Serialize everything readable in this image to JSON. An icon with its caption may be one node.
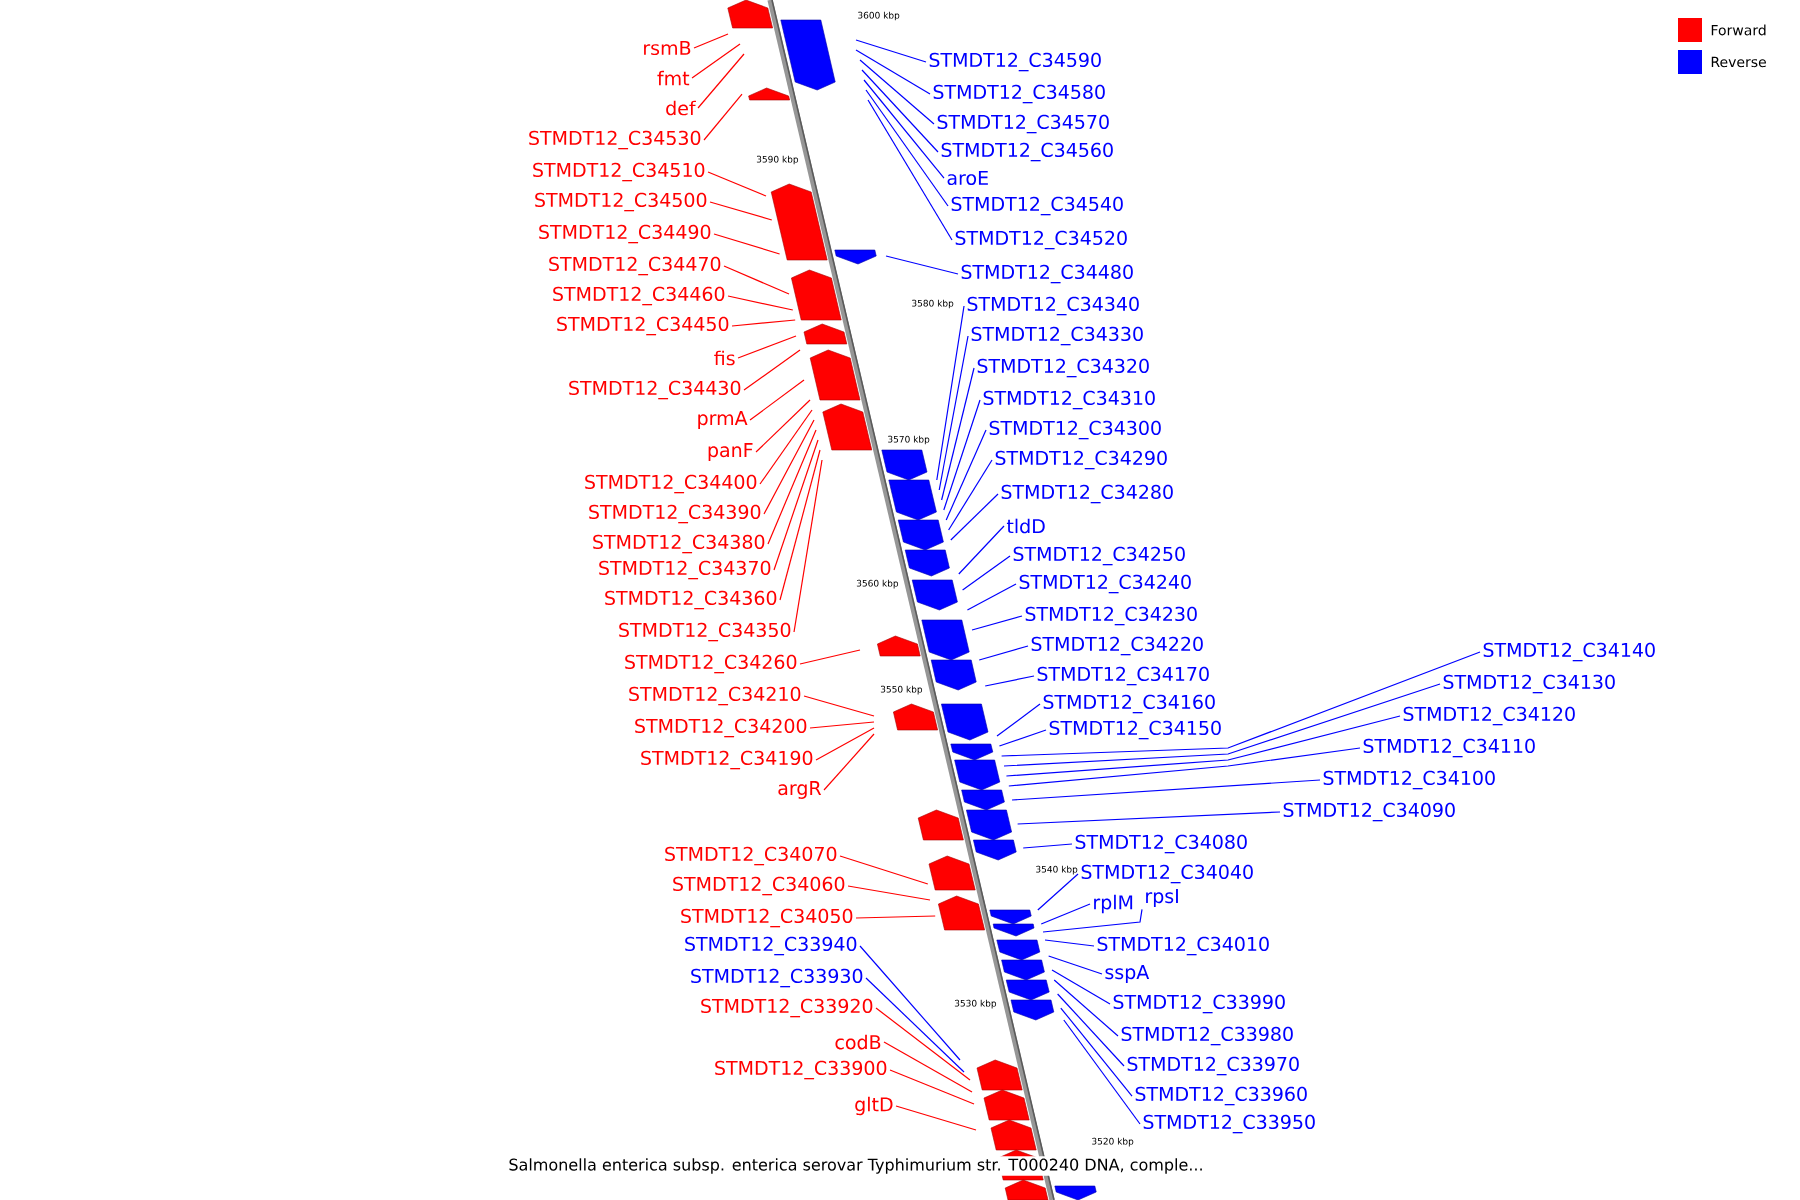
{
  "diagram": {
    "caption": "Salmonella enterica subsp. enterica serovar Typhimurium str. T000240 DNA, comple...",
    "nodes": [
      {
        "text": [
          "rsmB"
        ]
      },
      {
        "text": [
          "fmt"
        ]
      },
      {
        "text": [
          "def"
        ]
      },
      {
        "text": [
          "STMDT12_C34530"
        ]
      },
      {
        "text": [
          "STMDT12_C34510"
        ]
      },
      {
        "text": [
          "STMDT12_C34500"
        ]
      },
      {
        "text": [
          "STMDT12_C34490"
        ]
      },
      {
        "text": [
          "STMDT12_C34470"
        ]
      },
      {
        "text": [
          "STMDT12_C34460"
        ]
      },
      {
        "text": [
          "STMDT12_C34450"
        ]
      },
      {
        "text": [
          "fis"
        ]
      },
      {
        "text": [
          "STMDT12_C34430"
        ]
      },
      {
        "text": [
          "prmA"
        ]
      },
      {
        "text": [
          "panF"
        ]
      },
      {
        "text": [
          "STMDT12_C34400"
        ]
      },
      {
        "text": [
          "STMDT12_C34390"
        ]
      },
      {
        "text": [
          "STMDT12_C34380"
        ]
      },
      {
        "text": [
          "STMDT12_C34370"
        ]
      },
      {
        "text": [
          "STMDT12_C34360"
        ]
      },
      {
        "text": [
          "STMDT12_C34350"
        ]
      },
      {
        "text": [
          "STMDT12_C34260"
        ]
      },
      {
        "text": [
          "STMDT12_C34210"
        ]
      },
      {
        "text": [
          "STMDT12_C34200"
        ]
      },
      {
        "text": [
          "STMDT12_C34190"
        ]
      },
      {
        "text": [
          "argR"
        ]
      },
      {
        "text": [
          "STMDT12_C34070"
        ]
      },
      {
        "text": [
          "STMDT12_C34060"
        ]
      },
      {
        "text": [
          "STMDT12_C34050"
        ]
      },
      {
        "text": [
          "STMDT12_C33940"
        ]
      },
      {
        "text": [
          "STMDT12_C33930"
        ]
      },
      {
        "text": [
          "STMDT12_C33920"
        ]
      },
      {
        "text": [
          "codB"
        ]
      },
      {
        "text": [
          "STMDT12_C33900"
        ]
      },
      {
        "text": [
          "gltD"
        ]
      },
      {
        "text": [
          "STMDT12_C34590"
        ]
      },
      {
        "text": [
          "STMDT12_C34580"
        ]
      },
      {
        "text": [
          "STMDT12_C34570"
        ]
      },
      {
        "text": [
          "STMDT12_C34560"
        ]
      },
      {
        "text": [
          "aroE"
        ]
      },
      {
        "text": [
          "STMDT12_C34540"
        ]
      },
      {
        "text": [
          "STMDT12_C34520"
        ]
      },
      {
        "text": [
          "STMDT12_C34480"
        ]
      },
      {
        "text": [
          "STMDT12_C34340"
        ]
      },
      {
        "text": [
          "STMDT12_C34330"
        ]
      },
      {
        "text": [
          "STMDT12_C34320"
        ]
      },
      {
        "text": [
          "STMDT12_C34310"
        ]
      },
      {
        "text": [
          "STMDT12_C34300"
        ]
      },
      {
        "text": [
          "STMDT12_C34290"
        ]
      },
      {
        "text": [
          "STMDT12_C34280"
        ]
      },
      {
        "text": [
          "tldD"
        ]
      },
      {
        "text": [
          "STMDT12_C34250"
        ]
      },
      {
        "text": [
          "STMDT12_C34240"
        ]
      },
      {
        "text": [
          "STMDT12_C34230"
        ]
      },
      {
        "text": [
          "STMDT12_C34220"
        ]
      },
      {
        "text": [
          "STMDT12_C34170"
        ]
      },
      {
        "text": [
          "STMDT12_C34160"
        ]
      },
      {
        "text": [
          "STMDT12_C34150"
        ]
      },
      {
        "text": [
          "STMDT12_C34140"
        ]
      },
      {
        "text": [
          "STMDT12_C34130"
        ]
      },
      {
        "text": [
          "STMDT12_C34120"
        ]
      },
      {
        "text": [
          "STMDT12_C34110"
        ]
      },
      {
        "text": [
          "STMDT12_C34100"
        ]
      },
      {
        "text": [
          "STMDT12_C34090"
        ]
      },
      {
        "text": [
          "STMDT12_C34080"
        ]
      },
      {
        "text": [
          "STMDT12_C34040"
        ]
      },
      {
        "text": [
          "rplM"
        ]
      },
      {
        "text": [
          "rpsI"
        ]
      },
      {
        "text": [
          "STMDT12_C34010"
        ]
      },
      {
        "text": [
          "sspA"
        ]
      },
      {
        "text": [
          "STMDT12_C33990"
        ]
      },
      {
        "text": [
          "STMDT12_C33980"
        ]
      },
      {
        "text": [
          "STMDT12_C33970"
        ]
      },
      {
        "text": [
          "STMDT12_C33960"
        ]
      },
      {
        "text": [
          "STMDT12_C33950"
        ]
      }
    ],
    "edges": [
      {
        "from": 0,
        "to": null,
        "arrow": "none",
        "color": "#ff0000"
      },
      {
        "from": 1,
        "to": null,
        "arrow": "none",
        "color": "#ff0000"
      },
      {
        "from": 2,
        "to": null,
        "arrow": "none",
        "color": "#ff0000"
      },
      {
        "from": 3,
        "to": null,
        "arrow": "none",
        "color": "#ff0000"
      },
      {
        "from": 4,
        "to": null,
        "arrow": "none",
        "color": "#ff0000"
      },
      {
        "from": 5,
        "to": null,
        "arrow": "none",
        "color": "#ff0000"
      },
      {
        "from": 6,
        "to": null,
        "arrow": "none",
        "color": "#ff0000"
      },
      {
        "from": 7,
        "to": null,
        "arrow": "none",
        "color": "#ff0000"
      },
      {
        "from": 8,
        "to": null,
        "arrow": "none",
        "color": "#ff0000"
      },
      {
        "from": 9,
        "to": null,
        "arrow": "none",
        "color": "#ff0000"
      },
      {
        "from": 10,
        "to": null,
        "arrow": "none",
        "color": "#ff0000"
      },
      {
        "from": 11,
        "to": null,
        "arrow": "none",
        "color": "#ff0000"
      },
      {
        "from": 12,
        "to": null,
        "arrow": "none",
        "color": "#ff0000"
      },
      {
        "from": 13,
        "to": null,
        "arrow": "none",
        "color": "#ff0000"
      },
      {
        "from": 14,
        "to": null,
        "arrow": "none",
        "color": "#ff0000"
      },
      {
        "from": 15,
        "to": null,
        "arrow": "none",
        "color": "#ff0000"
      },
      {
        "from": 16,
        "to": null,
        "arrow": "none",
        "color": "#ff0000"
      },
      {
        "from": 17,
        "to": null,
        "arrow": "none",
        "color": "#ff0000"
      },
      {
        "from": 18,
        "to": null,
        "arrow": "none",
        "color": "#ff0000"
      },
      {
        "from": 19,
        "to": null,
        "arrow": "none",
        "color": "#ff0000"
      },
      {
        "from": 20,
        "to": null,
        "arrow": "none",
        "color": "#ff0000"
      },
      {
        "from": 21,
        "to": null,
        "arrow": "none",
        "color": "#ff0000"
      },
      {
        "from": 22,
        "to": null,
        "arrow": "none",
        "color": "#ff0000"
      },
      {
        "from": 23,
        "to": null,
        "arrow": "none",
        "color": "#ff0000"
      },
      {
        "from": 24,
        "to": null,
        "arrow": "none",
        "color": "#ff0000"
      },
      {
        "from": 25,
        "to": null,
        "arrow": "none",
        "color": "#ff0000"
      },
      {
        "from": 26,
        "to": null,
        "arrow": "none",
        "color": "#ff0000"
      },
      {
        "from": 27,
        "to": null,
        "arrow": "none",
        "color": "#ff0000"
      },
      {
        "from": 28,
        "to": null,
        "arrow": "none"
      },
      {
        "from": 29,
        "to": null,
        "arrow": "none"
      },
      {
        "from": 30,
        "to": null,
        "arrow": "none",
        "color": "#ff0000"
      },
      {
        "from": 31,
        "to": null,
        "arrow": "none",
        "color": "#ff0000"
      },
      {
        "from": 32,
        "to": null,
        "arrow": "none",
        "color": "#ff0000"
      },
      {
        "from": 33,
        "to": null,
        "arrow": "none",
        "color": "#ff0000"
      },
      {
        "from": 34,
        "to": null,
        "arrow": "none"
      },
      {
        "from": 35,
        "to": null,
        "arrow": "none"
      },
      {
        "from": 36,
        "to": null,
        "arrow": "none"
      },
      {
        "from": 37,
        "to": null,
        "arrow": "none"
      },
      {
        "from": 38,
        "to": null,
        "arrow": "none"
      },
      {
        "from": 39,
        "to": null,
        "arrow": "none"
      },
      {
        "from": 40,
        "to": null,
        "arrow": "none"
      },
      {
        "from": 41,
        "to": null,
        "arrow": "none"
      },
      {
        "from": 42,
        "to": null,
        "arrow": "none"
      },
      {
        "from": 43,
        "to": null,
        "arrow": "none"
      },
      {
        "from": 44,
        "to": null,
        "arrow": "none"
      },
      {
        "from": 45,
        "to": null,
        "arrow": "none"
      },
      {
        "from": 46,
        "to": null,
        "arrow": "none"
      },
      {
        "from": 47,
        "to": null,
        "arrow": "none"
      },
      {
        "from": 48,
        "to": null,
        "arrow": "none"
      },
      {
        "from": 49,
        "to": null,
        "arrow": "none"
      },
      {
        "from": 50,
        "to": null,
        "arrow": "none"
      },
      {
        "from": 51,
        "to": null,
        "arrow": "none"
      },
      {
        "from": 52,
        "to": null,
        "arrow": "none"
      },
      {
        "from": 53,
        "to": null,
        "arrow": "none"
      },
      {
        "from": 54,
        "to": null,
        "arrow": "none"
      },
      {
        "from": 55,
        "to": null,
        "arrow": "none"
      },
      {
        "from": 56,
        "to": null,
        "arrow": "none"
      },
      {
        "from": 57,
        "to": null,
        "arrow": "none"
      },
      {
        "from": 58,
        "to": null,
        "arrow": "none"
      },
      {
        "from": 59,
        "to": null,
        "arrow": "none"
      },
      {
        "from": 60,
        "to": null,
        "arrow": "none"
      },
      {
        "from": 61,
        "to": null,
        "arrow": "none"
      },
      {
        "from": 62,
        "to": null,
        "arrow": "none"
      },
      {
        "from": 63,
        "to": null,
        "arrow": "none"
      },
      {
        "from": 64,
        "to": null,
        "arrow": "none"
      },
      {
        "from": 65,
        "to": null,
        "arrow": "none"
      },
      {
        "from": 66,
        "to": null,
        "arrow": "none"
      },
      {
        "from": 67,
        "to": null,
        "arrow": "none"
      },
      {
        "from": 68,
        "to": null,
        "arrow": "none"
      },
      {
        "from": 69,
        "to": null,
        "arrow": "none"
      },
      {
        "from": 70,
        "to": null,
        "arrow": "none"
      },
      {
        "from": 71,
        "to": null,
        "arrow": "none"
      },
      {
        "from": 72,
        "to": null,
        "arrow": "none"
      },
      {
        "from": 73,
        "to": null,
        "arrow": "none"
      }
    ],
    "labels": [
      "3600 kbp",
      "3590 kbp",
      "3580 kbp",
      "3570 kbp",
      "3560 kbp",
      "3550 kbp",
      "3540 kbp",
      "3530 kbp",
      "3520 kbp"
    ],
    "legend": [
      {
        "text": "Forward",
        "color": "#ff0000"
      },
      {
        "text": "Reverse",
        "color": "#0000ff"
      }
    ]
  }
}
